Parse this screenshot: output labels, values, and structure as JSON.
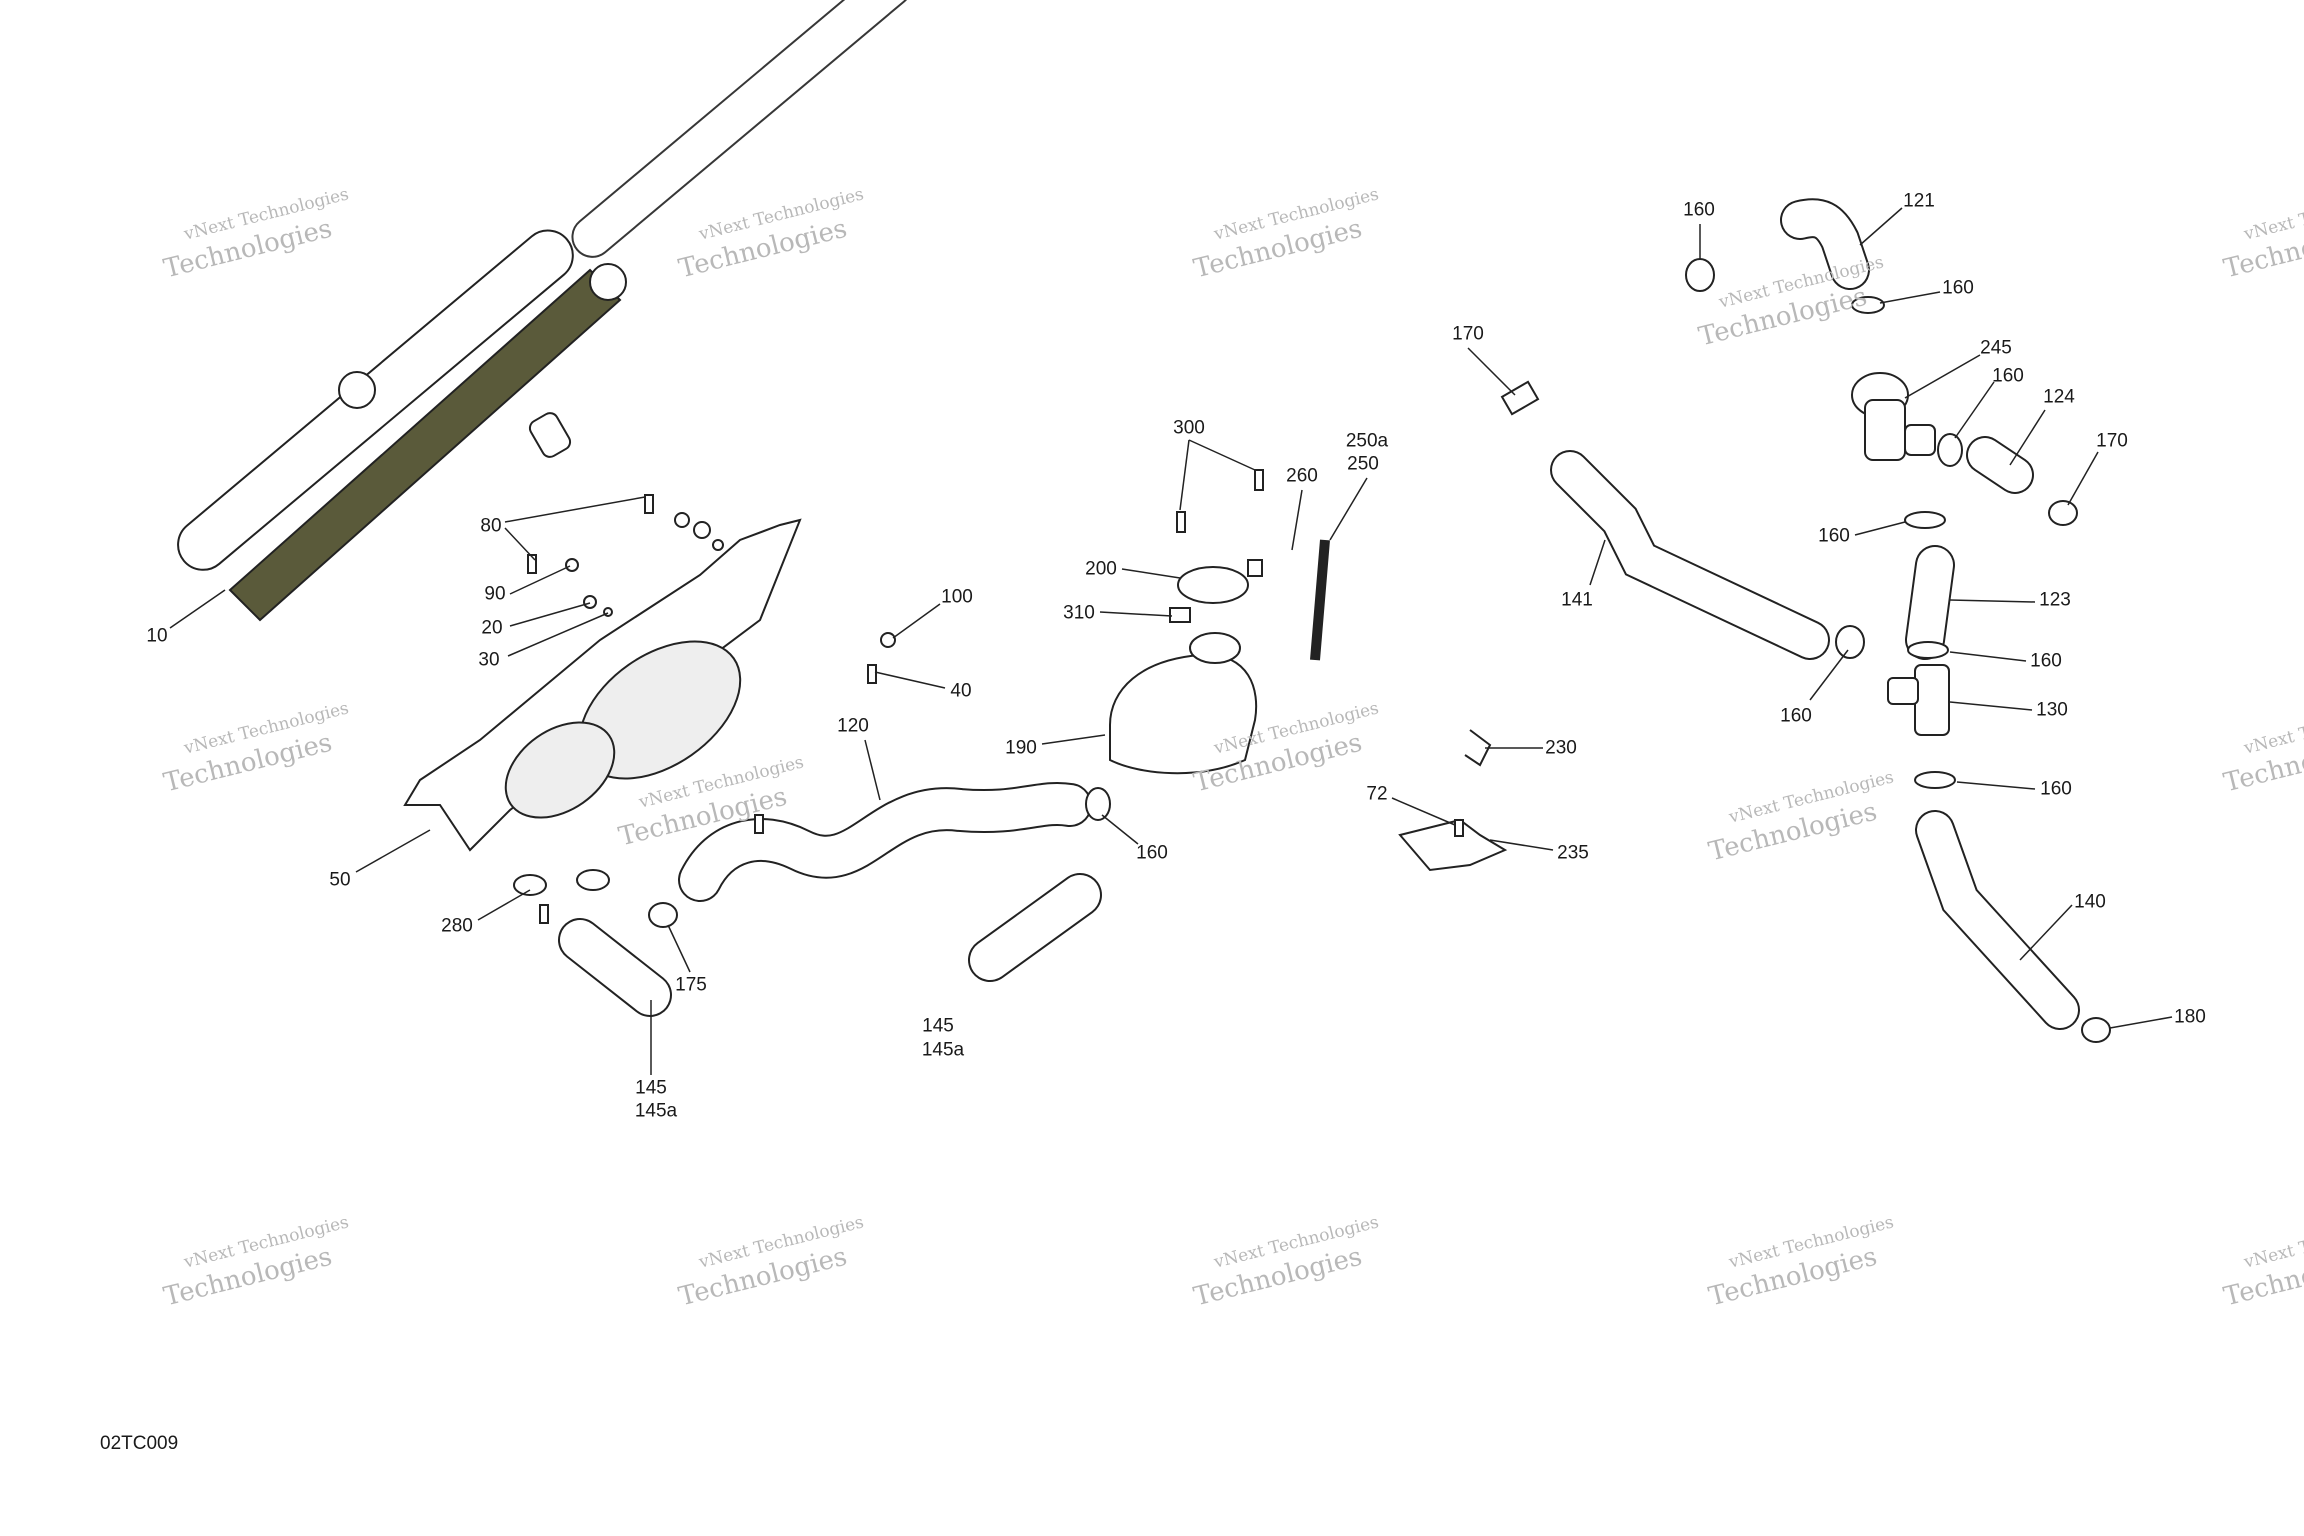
{
  "diagram_code": "02TC009",
  "watermark": {
    "line1": "vNext Technologies",
    "line2": "Technologies",
    "brand": "vNext"
  },
  "callouts": [
    "10",
    "80",
    "90",
    "20",
    "30",
    "50",
    "280",
    "145",
    "145a",
    "175",
    "120",
    "100",
    "40",
    "145",
    "145a",
    "160",
    "190",
    "310",
    "200",
    "300",
    "260",
    "250a",
    "250",
    "170",
    "141",
    "160",
    "230",
    "72",
    "235",
    "160",
    "121",
    "160",
    "245",
    "160",
    "124",
    "170",
    "160",
    "123",
    "160",
    "130",
    "160",
    "140",
    "180"
  ]
}
